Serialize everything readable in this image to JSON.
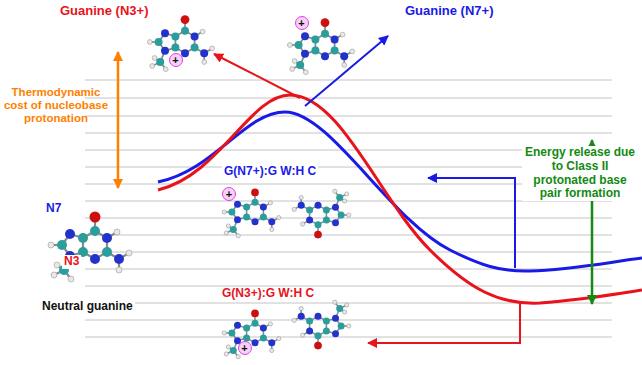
{
  "diagram": {
    "labels": [
      "Guanine (N3+)",
      "+",
      "Guanine (N7+)",
      "+",
      "Thermodynamic cost of nucleobase protonation",
      "Energy release due to Class II protonated base pair formation",
      "G(N7+):G W:H C",
      "+",
      "N7",
      "N3",
      "Neutral guanine",
      "G(N3+):G W:H C",
      "+"
    ]
  }
}
